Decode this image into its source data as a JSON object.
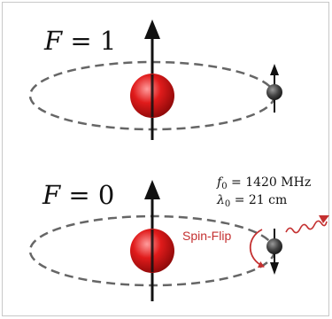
{
  "states": [
    {
      "symbol": "F",
      "equals": " = ",
      "value": "1"
    },
    {
      "symbol": "F",
      "equals": " = ",
      "value": "0"
    }
  ],
  "transition": {
    "label": "Spin-Flip",
    "frequency": {
      "symbol": "f",
      "subscript": "0",
      "text": " = 1420 MHz"
    },
    "wavelength": {
      "symbol": "λ",
      "subscript": "0",
      "text": " = 21 cm"
    }
  },
  "colors": {
    "frame": "#c8c8c8",
    "orbit": "#666666",
    "proton": "#e01b1b",
    "electron": "#444444",
    "arrow": "#111111",
    "accent": "#c43030"
  }
}
